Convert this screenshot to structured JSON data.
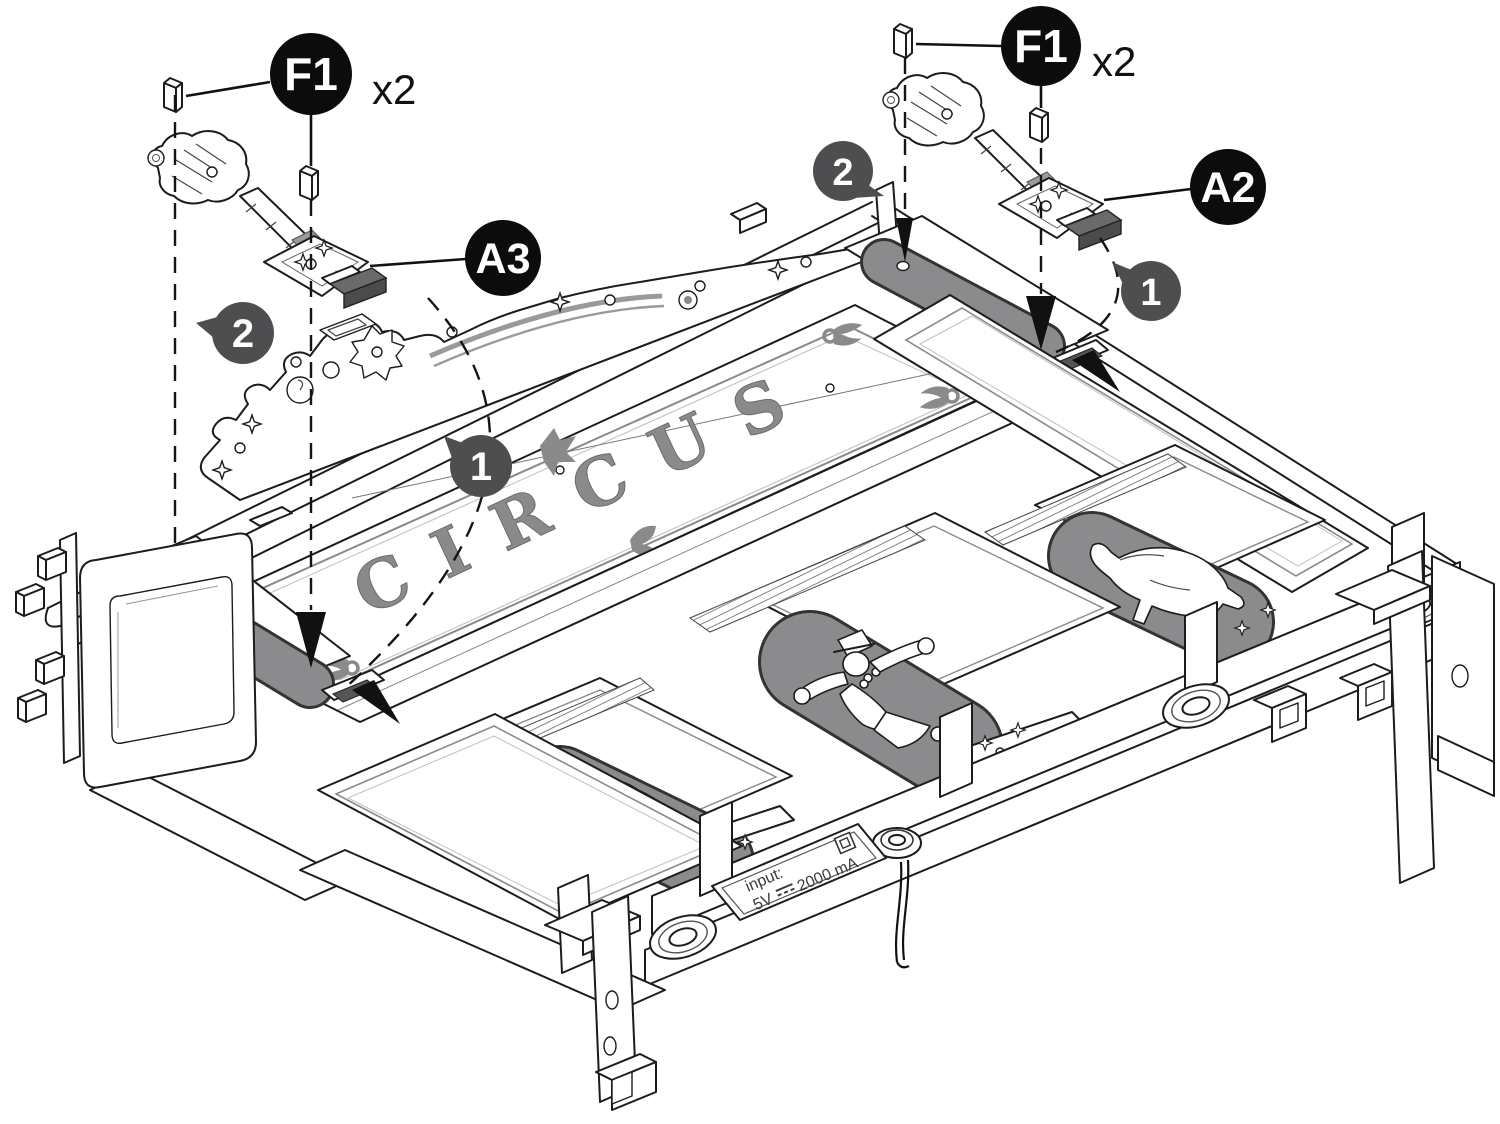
{
  "diagram": {
    "type": "assembly-instruction-step",
    "sign": {
      "word": "CIRCUS"
    },
    "callouts": {
      "f1_left": {
        "id": "F1",
        "qty": "x2"
      },
      "f1_right": {
        "id": "F1",
        "qty": "x2"
      },
      "a3": {
        "id": "A3"
      },
      "a2": {
        "id": "A2"
      }
    },
    "step_badges": {
      "step1": "1",
      "step2": "2"
    },
    "power_label": {
      "line1": "input:",
      "voltage": "5V",
      "current": "2000 mA",
      "symbol_icon": "dc-current-symbol"
    },
    "icons": [
      "f1-peg",
      "insert-arrow",
      "screw-hole",
      "bearing-ring",
      "barrel-jack",
      "gear",
      "star",
      "scroll-flourish",
      "clown-figure",
      "horse-figure",
      "acrobat-figure",
      "trapeze-part"
    ],
    "colors": {
      "line": "#1c1c1c",
      "panel_gray": "#8b8b8d",
      "badge_gray": "#4e4e50",
      "callout_black": "#0c0c0c",
      "letter_gray": "#8a8a8a"
    }
  }
}
